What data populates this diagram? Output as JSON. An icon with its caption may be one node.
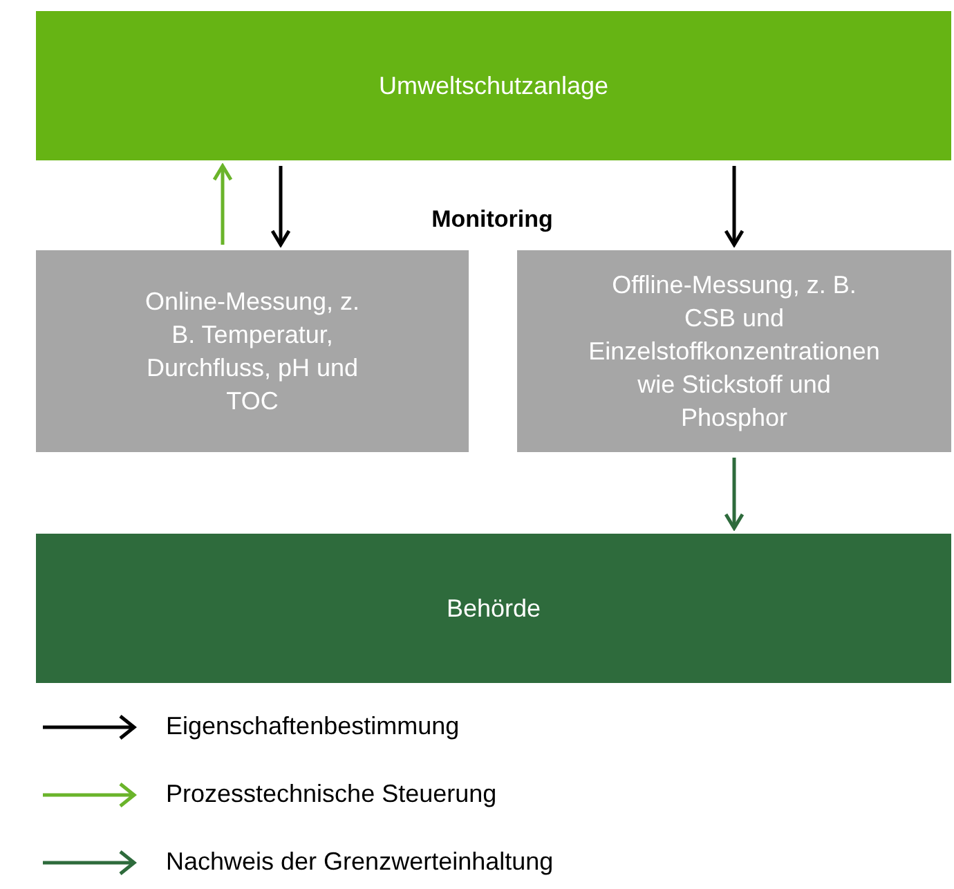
{
  "diagram": {
    "nodes": [
      {
        "text": [
          "Umweltschutzanlage"
        ]
      },
      {
        "text": [
          "Online-Messung, z. B. Temperatur, Durchfluss, pH und TOC"
        ]
      },
      {
        "text": [
          "Offline-Messung, z. B. CSB und Einzelstoffkonzentrationen wie Stickstoff und Phosphor"
        ]
      },
      {
        "text": [
          "Behörde"
        ]
      }
    ],
    "edges": [
      {
        "from": 1,
        "to": 0,
        "arrow": "to",
        "color": "#6ab42a"
      },
      {
        "from": 0,
        "to": 1,
        "arrow": "to"
      },
      {
        "from": 0,
        "to": 2,
        "arrow": "to"
      },
      {
        "from": 2,
        "to": 3,
        "arrow": "to",
        "color": "#2e6b3c"
      }
    ],
    "labels": [
      "Monitoring"
    ],
    "legend": [
      {
        "text": "Eigenschaftenbestimmung",
        "color": "#000000"
      },
      {
        "text": "Prozesstechnische Steuerung",
        "color": "#6ab42a"
      },
      {
        "text": "Nachweis der Grenzwerteinhaltung",
        "color": "#2e6b3c"
      }
    ]
  }
}
